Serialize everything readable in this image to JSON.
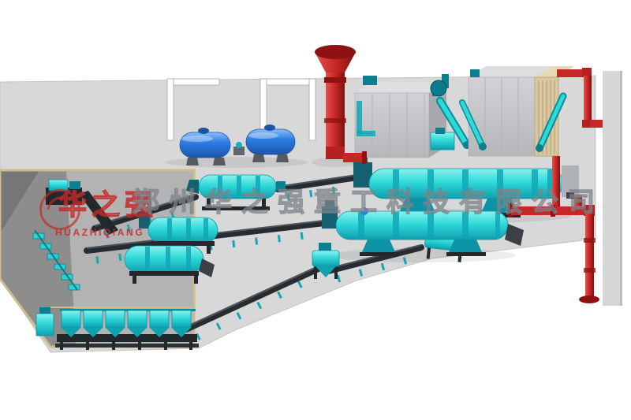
{
  "scene": {
    "description": "3D layout rendering of a compound fertilizer production line",
    "background_color": "#ffffff"
  },
  "colors": {
    "floor_gray": "#d8d8d8",
    "wall_gray": "#d6d6d6",
    "pit_gray": "#b3b3b3",
    "pit_shadow": "#8d8d8d",
    "pit_trim_tan": "#cdbd8a",
    "equipment_cyan": "#2fd9d9",
    "equipment_cyan_dark": "#11a7b5",
    "equipment_cyan_deep": "#0b7f8f",
    "machine_frame_dark": "#23282d",
    "conveyor_dark": "#272c31",
    "tank_blue": "#2e7de6",
    "pipe_red": "#c62826",
    "pipe_red_dark": "#8e1212",
    "collector_gray": "#c7c7cb",
    "bag_filter_tan": "#d9c9a3",
    "watermark_gray": "#7d8489",
    "watermark_red": "#c42a2a"
  },
  "watermark": {
    "company_name_cn": "郑州华之强重工科技有限公司",
    "logo_text_cn": "华之强",
    "logo_text_en": "HUAZHIQIANG"
  },
  "equipment_labels": [
    "exhaust-stack",
    "dust-collector-small",
    "dust-collector-large",
    "bag-filter",
    "induced-draft-fan",
    "screw-conveyor",
    "storage-tank-1",
    "storage-tank-2",
    "rotary-dryer-drum",
    "rotary-cooler-drum",
    "rotary-granulator",
    "coating-machine",
    "rotary-screen-drum",
    "crusher",
    "vibrating-screen",
    "belt-conveyor",
    "bucket-elevator-feeder",
    "batching-hopper-row",
    "pit-stairs",
    "red-exhaust-piping"
  ]
}
